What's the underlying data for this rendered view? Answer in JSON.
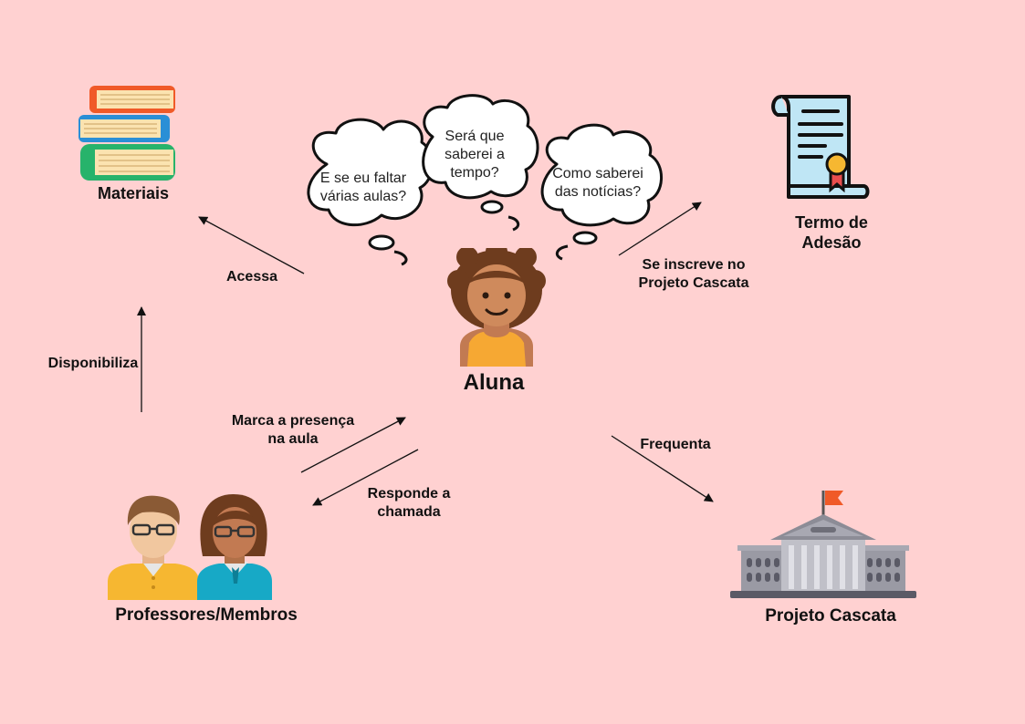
{
  "nodes": {
    "materiais": "Materiais",
    "termo_line1": "Termo de",
    "termo_line2": "Adesão",
    "aluna": "Aluna",
    "professores": "Professores/Membros",
    "projeto": "Projeto Cascata"
  },
  "edges": {
    "acessa": "Acessa",
    "disponibiliza": "Disponibiliza",
    "inscreve_line1": "Se inscreve no",
    "inscreve_line2": "Projeto Cascata",
    "marca_line1": "Marca a presença",
    "marca_line2": "na aula",
    "responde_line1": "Responde a",
    "responde_line2": "chamada",
    "frequenta": "Frequenta"
  },
  "thoughts": {
    "left_line1": "E se eu faltar",
    "left_line2": "várias aulas?",
    "mid_line1": "Será que",
    "mid_line2": "saberei a",
    "mid_line3": "tempo?",
    "right_line1": "Como saberei",
    "right_line2": "das notícias?"
  },
  "icons": {
    "books": "books-icon",
    "document": "certificate-document-icon",
    "student": "student-girl-icon",
    "teachers": "teachers-icon",
    "building": "government-building-icon"
  }
}
